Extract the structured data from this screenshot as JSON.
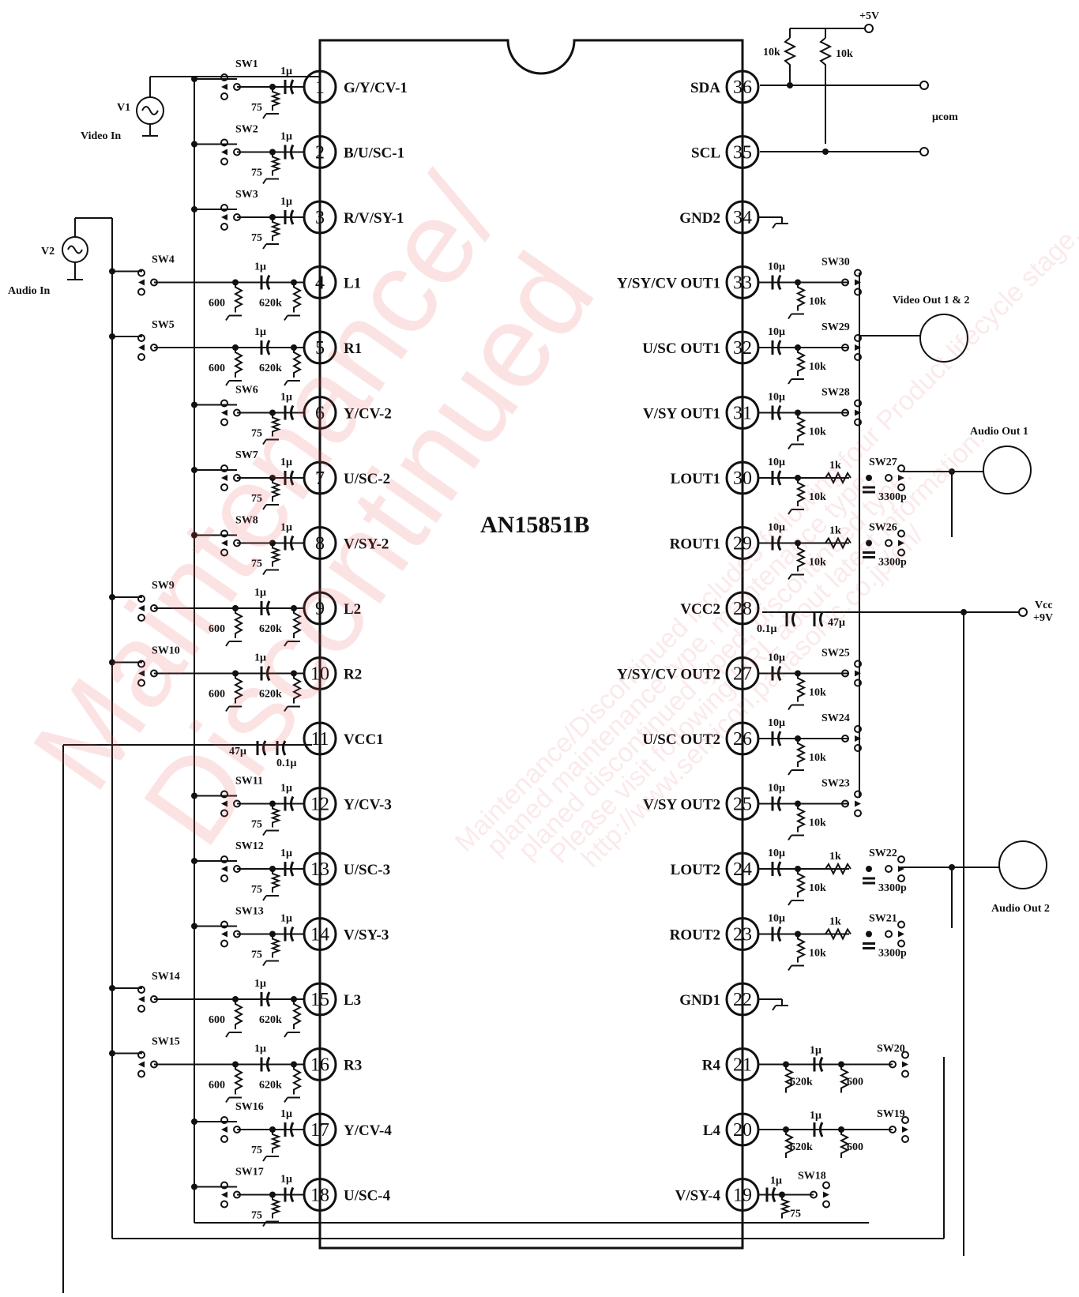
{
  "chip": {
    "name": "AN15851B"
  },
  "left_pins": [
    {
      "num": "1",
      "label": "G/Y/CV-1"
    },
    {
      "num": "2",
      "label": "B/U/SC-1"
    },
    {
      "num": "3",
      "label": "R/V/SY-1"
    },
    {
      "num": "4",
      "label": "L1"
    },
    {
      "num": "5",
      "label": "R1"
    },
    {
      "num": "6",
      "label": "Y/CV-2"
    },
    {
      "num": "7",
      "label": "U/SC-2"
    },
    {
      "num": "8",
      "label": "V/SY-2"
    },
    {
      "num": "9",
      "label": "L2"
    },
    {
      "num": "10",
      "label": "R2"
    },
    {
      "num": "11",
      "label": "VCC1"
    },
    {
      "num": "12",
      "label": "Y/CV-3"
    },
    {
      "num": "13",
      "label": "U/SC-3"
    },
    {
      "num": "14",
      "label": "V/SY-3"
    },
    {
      "num": "15",
      "label": "L3"
    },
    {
      "num": "16",
      "label": "R3"
    },
    {
      "num": "17",
      "label": "Y/CV-4"
    },
    {
      "num": "18",
      "label": "U/SC-4"
    }
  ],
  "right_pins": [
    {
      "num": "36",
      "label": "SDA"
    },
    {
      "num": "35",
      "label": "SCL"
    },
    {
      "num": "34",
      "label": "GND2"
    },
    {
      "num": "33",
      "label": "Y/SY/CV OUT1"
    },
    {
      "num": "32",
      "label": "U/SC OUT1"
    },
    {
      "num": "31",
      "label": "V/SY OUT1"
    },
    {
      "num": "30",
      "label": "LOUT1"
    },
    {
      "num": "29",
      "label": "ROUT1"
    },
    {
      "num": "28",
      "label": "VCC2"
    },
    {
      "num": "27",
      "label": "Y/SY/CV OUT2"
    },
    {
      "num": "26",
      "label": "U/SC OUT2"
    },
    {
      "num": "25",
      "label": "V/SY OUT2"
    },
    {
      "num": "24",
      "label": "LOUT2"
    },
    {
      "num": "23",
      "label": "ROUT2"
    },
    {
      "num": "22",
      "label": "GND1"
    },
    {
      "num": "21",
      "label": "R4"
    },
    {
      "num": "20",
      "label": "L4"
    },
    {
      "num": "19",
      "label": "V/SY-4"
    }
  ],
  "switches_left": [
    "SW1",
    "SW2",
    "SW3",
    "SW4",
    "SW5",
    "SW6",
    "SW7",
    "SW8",
    "SW9",
    "SW10",
    "",
    "SW11",
    "SW12",
    "SW13",
    "SW14",
    "SW15",
    "SW16",
    "SW17"
  ],
  "switches_right": [
    "",
    "",
    "",
    "SW30",
    "SW29",
    "SW28",
    "SW27",
    "SW26",
    "",
    "SW25",
    "SW24",
    "SW23",
    "SW22",
    "SW21",
    "",
    "SW20",
    "SW19",
    "SW18"
  ],
  "components": {
    "cap_1u": "1μ",
    "cap_10u": "10μ",
    "res_75": "75",
    "res_600": "600",
    "res_620k": "620k",
    "res_10k": "10k",
    "res_1k": "1k",
    "cap_3300p": "3300p",
    "cap_47u": "47μ",
    "cap_01u": "0.1μ",
    "plus": "+"
  },
  "sources": {
    "v1": "V1",
    "v1_label": "Video In",
    "v2": "V2",
    "v2_label": "Audio In"
  },
  "outputs": {
    "video_out": "Video Out 1 & 2",
    "audio_out1": "Audio Out 1",
    "audio_out2": "Audio Out 2"
  },
  "power": {
    "plus5v": "+5V",
    "ucom": "μcom",
    "vcc": "Vcc",
    "plus9v": "+9V"
  },
  "watermark": {
    "big1": "Maintenance/",
    "big2": "Discontinued",
    "lines": [
      "Maintenance/Discontinued includes following four Product lifecycle stage.",
      "planed maintenance type, maintenance type,",
      "planed discontinued typed, discontinued type.",
      "Please visit following URL about latest information.",
      "http://www.semicon.panasonic.co.jp/en/"
    ]
  }
}
